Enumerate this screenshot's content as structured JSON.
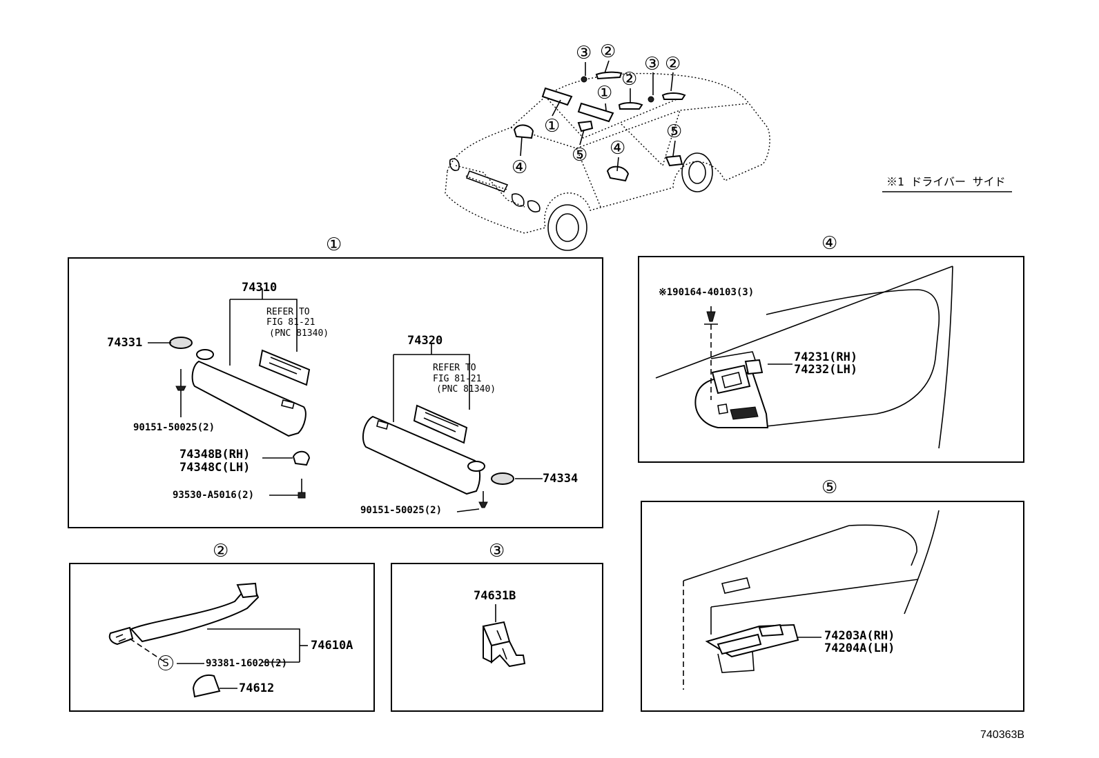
{
  "header": {
    "driver_side_note": "※1 ドライバー サイド"
  },
  "sections": {
    "s1": {
      "marker": "①"
    },
    "s2": {
      "marker": "②"
    },
    "s3": {
      "marker": "③"
    },
    "s4": {
      "marker": "④"
    },
    "s5": {
      "marker": "⑤"
    }
  },
  "car_callouts": [
    "③",
    "②",
    "②",
    "③",
    "②",
    "①",
    "①",
    "⑤",
    "⑤",
    "④",
    "④"
  ],
  "s1": {
    "p74310": "74310",
    "refer_a_1": "REFER TO",
    "refer_a_2": "FIG 81-21",
    "refer_a_3": "(PNC 81340)",
    "p74331": "74331",
    "p90151_a": "90151-50025(2)",
    "p74348b": "74348B(RH)",
    "p74348c": "74348C(LH)",
    "p93530": "93530-A5016(2)",
    "p74320": "74320",
    "refer_b_1": "REFER TO",
    "refer_b_2": "FIG 81-21",
    "refer_b_3": "(PNC 81340)",
    "p74334": "74334",
    "p90151_b": "90151-50025(2)"
  },
  "s2": {
    "p74610a": "74610A",
    "s_marker": "S",
    "p93381": "93381-16028(2)",
    "p74612": "74612"
  },
  "s3": {
    "p74631b": "74631B"
  },
  "s4": {
    "p90164": "※190164-40103(3)",
    "p74231": "74231(RH)",
    "p74232": "74232(LH)"
  },
  "s5": {
    "p74203a": "74203A(RH)",
    "p74204a": "74204A(LH)"
  },
  "footer": {
    "diagram_code": "740363B"
  }
}
